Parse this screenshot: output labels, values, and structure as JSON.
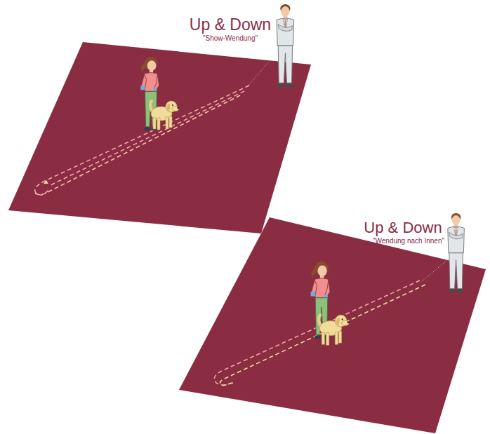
{
  "diagram": {
    "labels": [
      "Up & Down",
      "\"Show-Wendung\"",
      "Up & Down",
      "\"Wendung nach Innen\""
    ]
  }
}
